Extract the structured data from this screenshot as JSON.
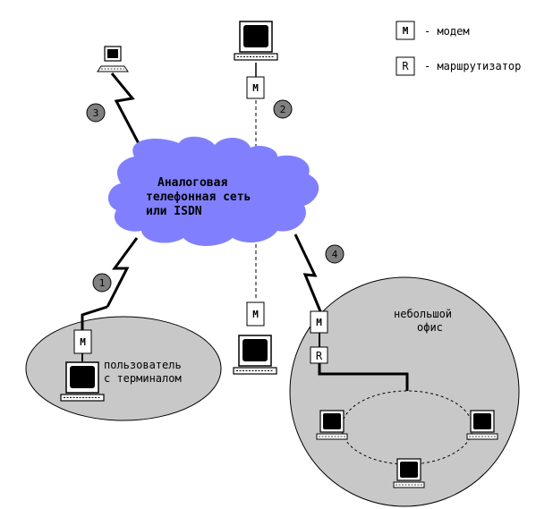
{
  "legend": {
    "modem_symbol": "M",
    "modem_text": "- модем",
    "router_symbol": "R",
    "router_text": "- маршрутизатор"
  },
  "cloud": {
    "line1": "Аналоговая",
    "line2": "телефонная сеть",
    "line3": "или ISDN"
  },
  "markers": [
    "1",
    "2",
    "3",
    "4"
  ],
  "user": {
    "line1": "пользователь",
    "line2": "с терминалом"
  },
  "office": {
    "line1": "небольшой",
    "line2": "офис"
  },
  "device_labels": {
    "modem": "M",
    "router": "R"
  },
  "colors": {
    "cloud": "#8080ff",
    "ellipse": "#c8c8c8",
    "marker": "#808080",
    "screen": "#000000",
    "device_fill": "#ffffff",
    "line": "#000000"
  }
}
